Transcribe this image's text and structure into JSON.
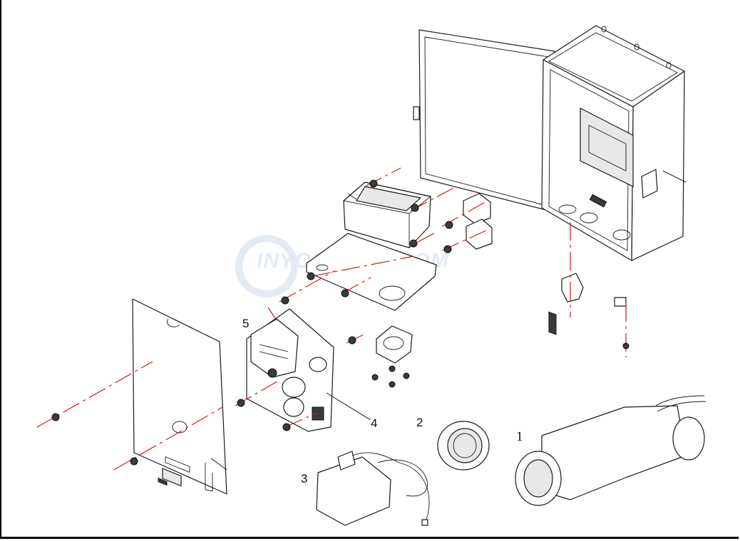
{
  "callouts": {
    "part_1": "1",
    "part_2": "2",
    "part_3": "3",
    "part_4": "4",
    "part_5": "5"
  },
  "watermark": {
    "brand": "INYOPOOLS",
    "domain": ".COM"
  },
  "colors": {
    "line_art": "#1a1a1a",
    "centerline": "#d01a1a",
    "watermark": "#3a6fb8",
    "frame": "#000000"
  }
}
